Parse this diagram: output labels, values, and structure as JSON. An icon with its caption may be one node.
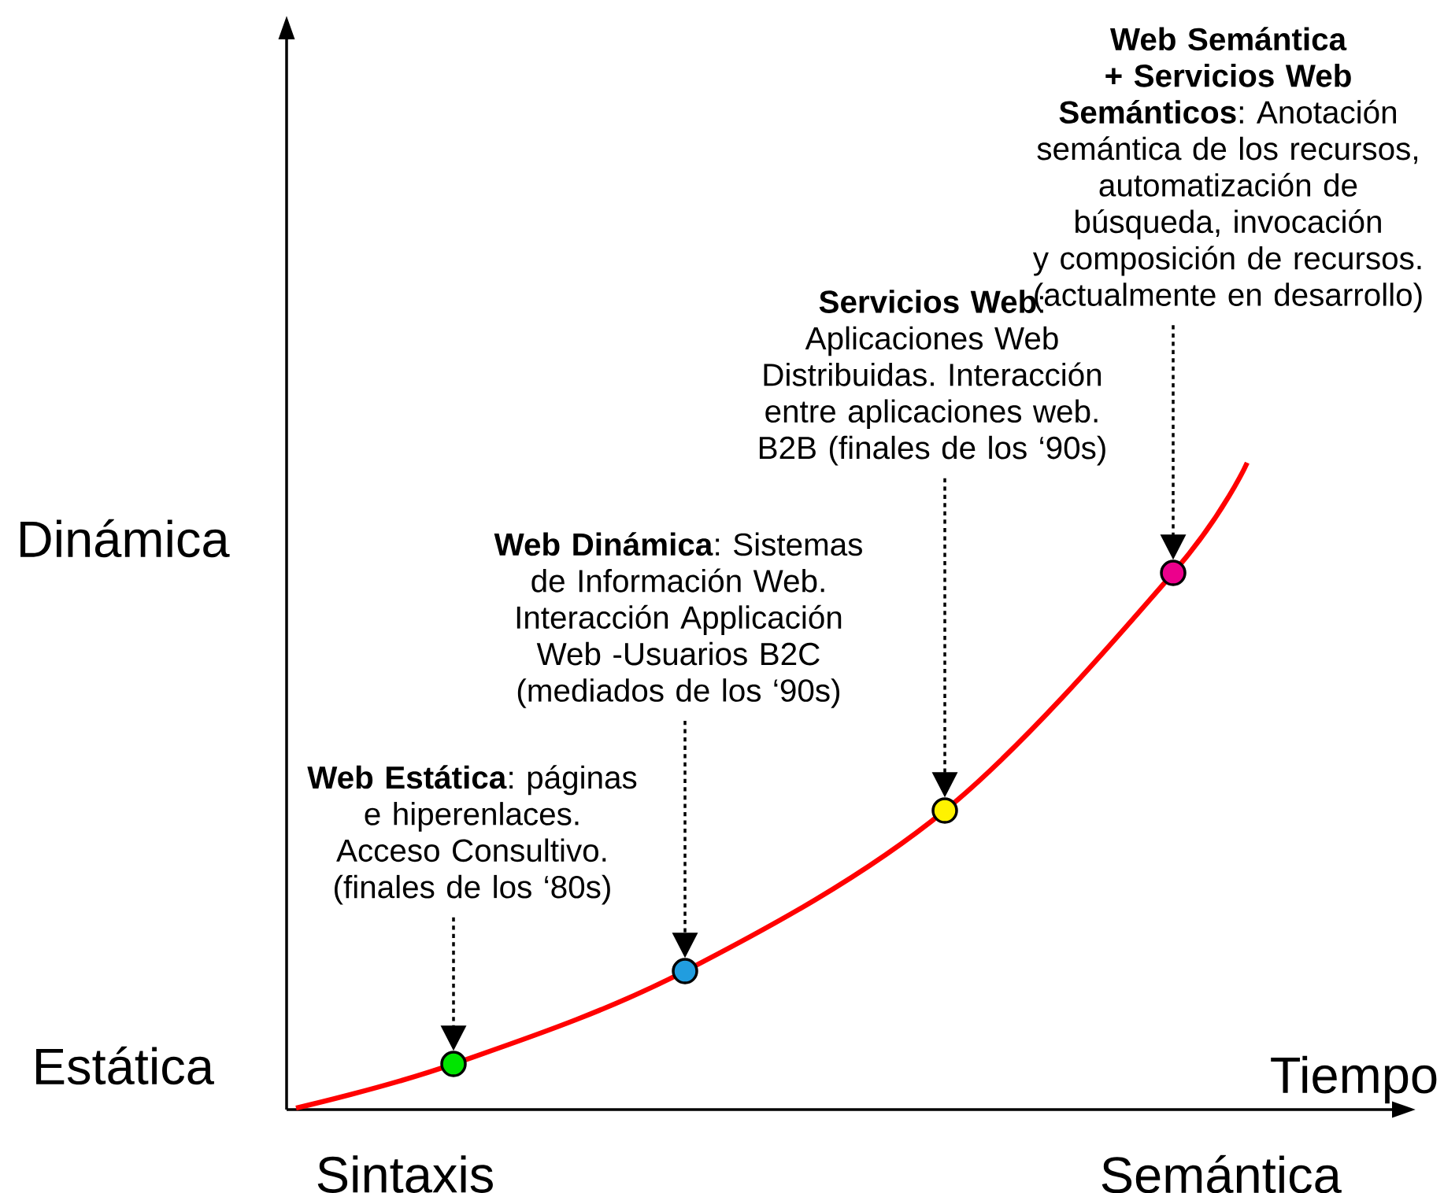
{
  "diagram": {
    "nodes": [
      {
        "text": [
          "**Web Estática**: páginas e hiperenlaces. Acceso Consultivo. (finales de los ‘80s)"
        ]
      },
      {
        "text": [
          "**Web Dinámica**:  Sistemas de Información Web. Interacción Applicación Web -Usuarios B2C (mediados de los ‘90s)"
        ]
      },
      {
        "text": [
          "**Servicios Web**: Aplicaciones Web Distribuidas. Interacción entre aplicaciones web. B2B (finales de los ‘90s)"
        ]
      },
      {
        "text": [
          "**Web Semántica + Servicios Web Semánticos**: Anotación semántica de los recursos, automatización de búsqueda, invocación y composición de recursos. (actualmente en desarrollo)"
        ]
      },
      {
        "text": [],
        "shape": "circle"
      },
      {
        "text": [],
        "shape": "circle"
      },
      {
        "text": [],
        "shape": "circle"
      },
      {
        "text": [],
        "shape": "circle"
      }
    ],
    "edges": [
      {
        "from": 0,
        "to": 4,
        "arrow": "to",
        "style": "dashed"
      },
      {
        "from": 1,
        "to": 5,
        "arrow": "to",
        "style": "dashed"
      },
      {
        "from": 2,
        "to": 6,
        "arrow": "to",
        "style": "dashed"
      },
      {
        "from": 3,
        "to": 7,
        "arrow": "to",
        "style": "dashed"
      }
    ],
    "labels": [
      "Dinámica",
      "Estática",
      "Tiempo",
      "Sintaxis",
      "Semántica"
    ]
  }
}
